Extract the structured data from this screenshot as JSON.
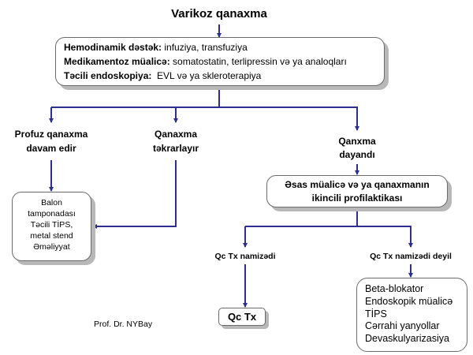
{
  "title": "Varikoz qanaxma",
  "colors": {
    "connector": "#2e2e8f",
    "box_border": "#6b6b6b",
    "box_shadow": "#b8b8b8"
  },
  "initial_management": {
    "lines": [
      {
        "label": "Hemodinamik dəstək:",
        "text": " infuziya, transfuziya"
      },
      {
        "label": "Medikamentoz müalicə:",
        "text": " somatostatin, terlipressin və ya analoqları"
      },
      {
        "label": "Təcili endoskopiya:",
        "text": "  EVL və ya skleroterapiya"
      }
    ]
  },
  "branches": {
    "persistent": {
      "line1": "Profuz qanaxma",
      "line2": "davam edir"
    },
    "recurrent": {
      "line1": "Qanaxma",
      "line2": "təkrarlayır"
    },
    "stopped": {
      "line1": "Qanxma",
      "line2": "dayandı"
    }
  },
  "rescue_box": {
    "lines": [
      "Balon",
      "tamponadası",
      "Təcili TİPS,",
      "metal stend",
      "Əməliyyat"
    ]
  },
  "secondary_box": {
    "line1": "Əsas müalicə və ya qanaxmanın",
    "line2": "ikincili profilaktikası"
  },
  "transplant": {
    "candidate_label": "Qc Tx namizədi",
    "not_candidate_label": "Qc Tx namizədi deyil",
    "candidate_box": "Qc Tx",
    "not_candidate_options": [
      "Beta-blokator",
      "Endoskopik müalicə",
      "TİPS",
      "Cərrahi yanyollar",
      "Devaskulyarizasiya"
    ]
  },
  "credit": "Prof. Dr. NYBay"
}
